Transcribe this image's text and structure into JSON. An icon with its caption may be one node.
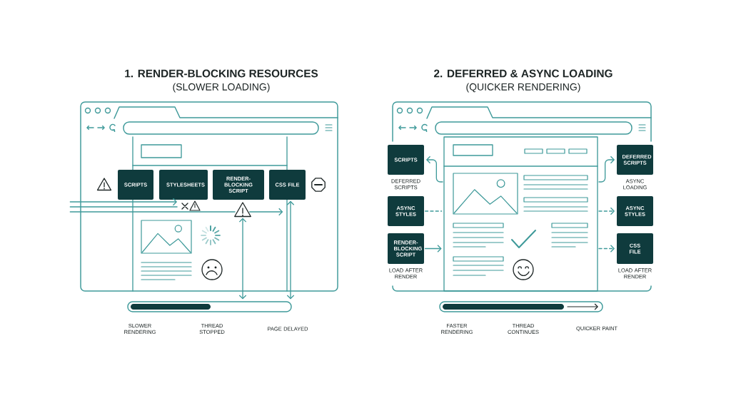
{
  "diagram": {
    "nodes": [
      {
        "text": [
          "SCRIPTS"
        ]
      },
      {
        "text": [
          "STYLESHEETS"
        ]
      },
      {
        "text": [
          "RENDER-BLOCKING SCRIPT"
        ]
      },
      {
        "text": [
          "CSS FILE"
        ]
      },
      {
        "text": [],
        "shape": "triangle"
      },
      {
        "text": [],
        "shape": "picture"
      },
      {
        "text": [],
        "shape": "bar"
      },
      {
        "text": [],
        "shape": "box"
      },
      {
        "text": [
          "SCRIPTS"
        ],
        "beside": [
          "DEFERRED SCRIPTS"
        ]
      },
      {
        "text": [
          "ASYNC STYLES"
        ]
      },
      {
        "text": [
          "RENDER-BLOCKING SCRIPT"
        ],
        "beside": [
          "LOAD AFTER RENDER"
        ]
      },
      {
        "text": [
          "DEFERRED SCRIPTS"
        ],
        "beside": [
          "ASYNC LOADING"
        ]
      },
      {
        "text": [
          "ASYNC STYLES"
        ]
      },
      {
        "text": [
          "CSS FILE"
        ],
        "beside": [
          "LOAD AFTER RENDER"
        ]
      },
      {
        "text": [],
        "shape": "bar"
      }
    ],
    "edges": [
      {
        "from": null,
        "to": 5,
        "arrow": "to"
      },
      {
        "from": null,
        "to": 5,
        "arrow": "none"
      },
      {
        "from": null,
        "to": 4,
        "arrow": "none"
      },
      {
        "from": 4,
        "to": null,
        "arrow": "to"
      },
      {
        "from": 4,
        "to": 6,
        "arrow": "both"
      },
      {
        "from": 3,
        "to": 6,
        "arrow": "both"
      },
      {
        "from": 7,
        "to": 8,
        "arrow": "to"
      },
      {
        "from": 9,
        "to": 7,
        "arrow": "none",
        "style": "dashed"
      },
      {
        "from": 10,
        "to": 7,
        "arrow": "to"
      },
      {
        "from": 7,
        "to": 11,
        "arrow": "to"
      },
      {
        "from": 7,
        "to": 12,
        "arrow": "to",
        "style": "dashed"
      },
      {
        "from": 7,
        "to": 13,
        "arrow": "to",
        "style": "dashed"
      }
    ],
    "labels": [
      "1. RENDER-BLOCKING RESOURCES",
      "(SLOWER LOADING)",
      "2. DEFERRED & ASYNC LOADING",
      "(QUICKER RENDERING)",
      "SLOWER RENDERING",
      "THREAD STOPPED",
      "PAGE DELAYED",
      "FASTER RENDERING",
      "THREAD CONTINUES",
      "QUICKER PAINT"
    ]
  }
}
